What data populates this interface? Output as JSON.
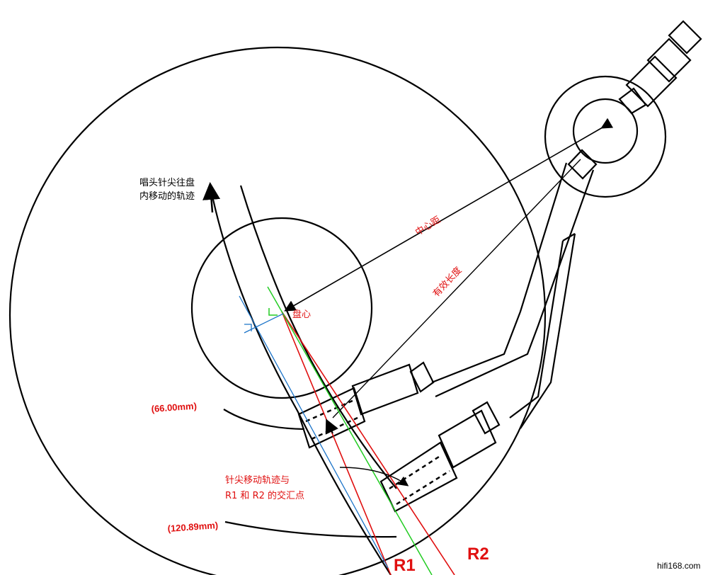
{
  "labels": {
    "stylus_path_line1": "唱头针尖往盘",
    "stylus_path_line2": "内移动的轨迹",
    "spindle": "盘心",
    "center_distance": "中心距",
    "effective_length": "有效长度",
    "inner_radius": "(66.00mm)",
    "outer_radius": "(120.89mm)",
    "intersection_line1": "针尖移动轨迹与",
    "intersection_line2": "R1 和 R2 的交汇点",
    "r1": "R1",
    "r2": "R2"
  },
  "watermark": "hifi168.com",
  "colors": {
    "red": "#e01010",
    "green": "#22cc22",
    "blue": "#1a73c8"
  }
}
